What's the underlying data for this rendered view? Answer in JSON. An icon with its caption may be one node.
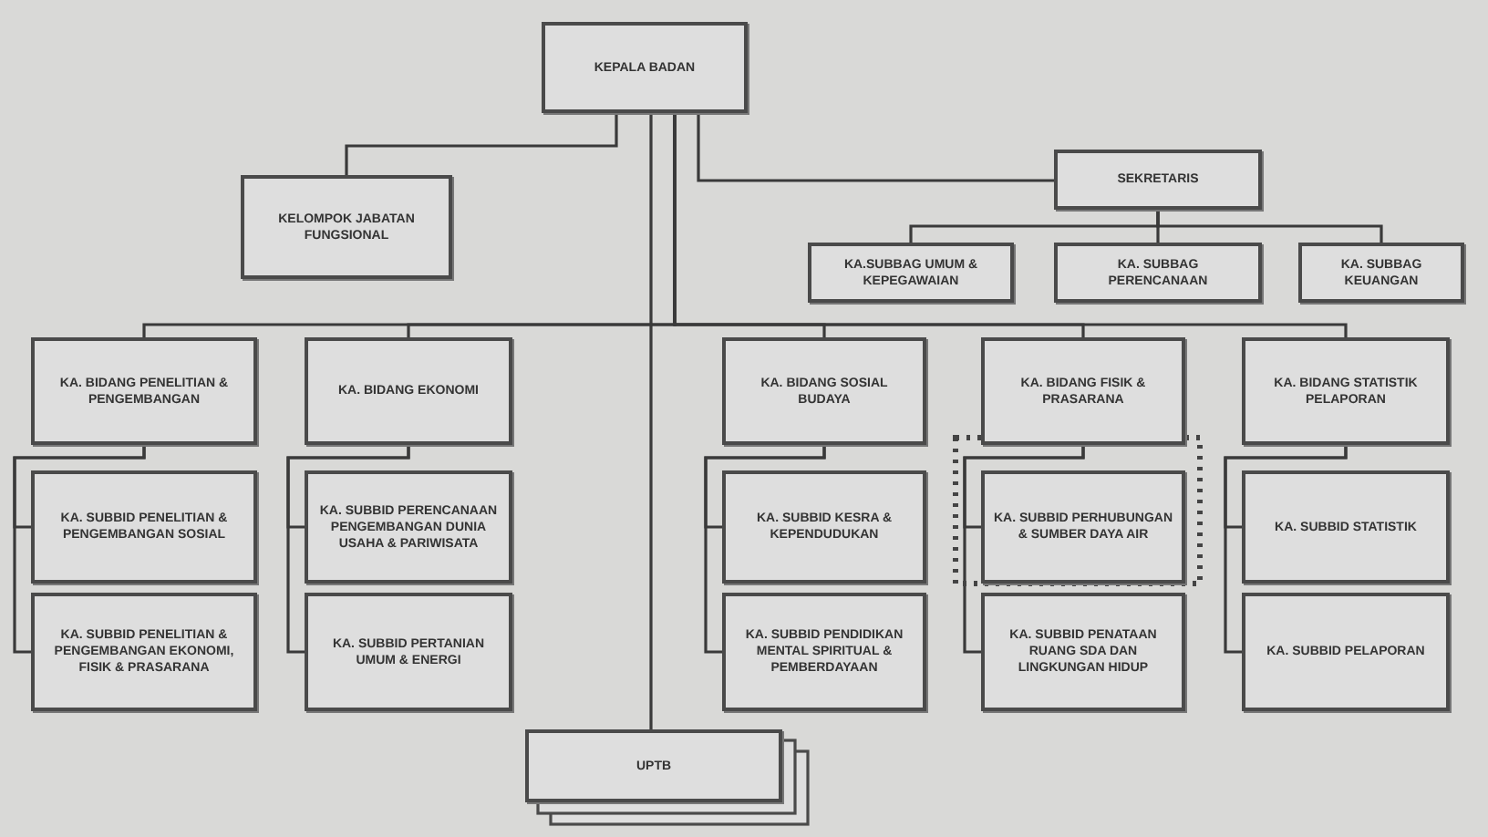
{
  "diagram": {
    "nodes": [
      {
        "text": [
          "KEPALA BADAN"
        ]
      },
      {
        "text": [
          "KELOMPOK JABATAN FUNGSIONAL"
        ]
      },
      {
        "text": [
          "SEKRETARIS"
        ]
      },
      {
        "text": [
          "KA.SUBBAG UMUM & KEPEGAWAIAN"
        ]
      },
      {
        "text": [
          "KA. SUBBAG PERENCANAAN"
        ]
      },
      {
        "text": [
          "KA. SUBBAG KEUANGAN"
        ]
      },
      {
        "text": [
          "KA. BIDANG PENELITIAN & PENGEMBANGAN"
        ]
      },
      {
        "text": [
          "KA. BIDANG EKONOMI"
        ]
      },
      {
        "text": [
          "KA. BIDANG SOSIAL BUDAYA"
        ]
      },
      {
        "text": [
          "KA. BIDANG FISIK & PRASARANA"
        ]
      },
      {
        "text": [
          "KA. BIDANG STATISTIK PELAPORAN"
        ]
      },
      {
        "text": [
          "KA. SUBBID PENELITIAN & PENGEMBANGAN SOSIAL"
        ]
      },
      {
        "text": [
          "KA. SUBBID PENELITIAN & PENGEMBANGAN EKONOMI, FISIK & PRASARANA"
        ]
      },
      {
        "text": [
          "KA. SUBBID PERENCANAAN PENGEMBANGAN DUNIA USAHA & PARIWISATA"
        ]
      },
      {
        "text": [
          "KA. SUBBID PERTANIAN UMUM & ENERGI"
        ]
      },
      {
        "text": [
          "KA. SUBBID KESRA & KEPENDUDUKAN"
        ]
      },
      {
        "text": [
          "KA. SUBBID PENDIDIKAN MENTAL SPIRITUAL & PEMBERDAYAAN"
        ]
      },
      {
        "text": [
          "KA. SUBBID PERHUBUNGAN & SUMBER DAYA AIR"
        ]
      },
      {
        "text": [
          "KA. SUBBID PENATAAN RUANG SDA DAN LINGKUNGAN HIDUP"
        ]
      },
      {
        "text": [
          "KA. SUBBID STATISTIK"
        ]
      },
      {
        "text": [
          "KA. SUBBID PELAPORAN"
        ]
      },
      {
        "text": [
          "UPTB"
        ]
      }
    ],
    "edges": [
      {
        "from": 0,
        "to": 1,
        "arrow": "none"
      },
      {
        "from": 0,
        "to": 2,
        "arrow": "none"
      },
      {
        "from": 2,
        "to": 3,
        "arrow": "none"
      },
      {
        "from": 2,
        "to": 4,
        "arrow": "none"
      },
      {
        "from": 2,
        "to": 5,
        "arrow": "none"
      },
      {
        "from": 0,
        "to": 6,
        "arrow": "none"
      },
      {
        "from": 0,
        "to": 7,
        "arrow": "none"
      },
      {
        "from": 0,
        "to": 8,
        "arrow": "none"
      },
      {
        "from": 0,
        "to": 9,
        "arrow": "none"
      },
      {
        "from": 0,
        "to": 10,
        "arrow": "none"
      },
      {
        "from": 6,
        "to": 11,
        "arrow": "none"
      },
      {
        "from": 6,
        "to": 12,
        "arrow": "none"
      },
      {
        "from": 7,
        "to": 13,
        "arrow": "none"
      },
      {
        "from": 7,
        "to": 14,
        "arrow": "none"
      },
      {
        "from": 8,
        "to": 15,
        "arrow": "none"
      },
      {
        "from": 8,
        "to": 16,
        "arrow": "none"
      },
      {
        "from": 9,
        "to": 17,
        "arrow": "none"
      },
      {
        "from": 9,
        "to": 18,
        "arrow": "none"
      },
      {
        "from": 10,
        "to": 19,
        "arrow": "none"
      },
      {
        "from": 10,
        "to": 20,
        "arrow": "none"
      },
      {
        "from": 0,
        "to": 21,
        "arrow": "none"
      }
    ]
  }
}
